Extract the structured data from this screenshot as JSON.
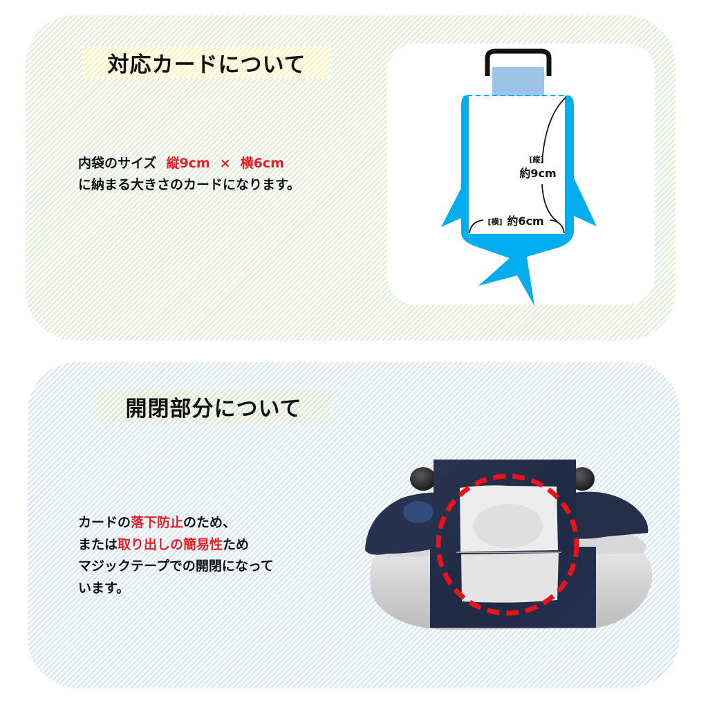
{
  "section_card": {
    "title": "対応カードについて",
    "description": {
      "line1_prefix": "内袋のサイズ",
      "line1_height": "縦9cm",
      "line1_times": "×",
      "line1_width": "横6cm",
      "line2": "に納まる大きさのカードになります。"
    },
    "diagram": {
      "vertical_label_small": "[縦]",
      "vertical_label": "約9cm",
      "horizontal_label_small": "[横]",
      "horizontal_label": "約6cm",
      "colors": {
        "pouch_blue": "#00aeef",
        "card_light_blue": "#9dc3e6",
        "handle": "#111111"
      }
    }
  },
  "section_closure": {
    "title": "開閉部分について",
    "description": {
      "l1_a": "カードの",
      "l1_red": "落下防止",
      "l1_b": "のため、",
      "l2_a": "または",
      "l2_red": "取り出しの簡易性",
      "l2_b": "ため",
      "l3": "マジックテープでの開閉になって",
      "l4": "います。"
    },
    "photo": {
      "highlight_color": "#e8141c",
      "subject": "pouch-velcro-closure"
    }
  },
  "colors": {
    "accent_red": "#ec1c24",
    "top_stripe": "#dfeeda",
    "bottom_stripe": "#d9e7f5",
    "title_highlight_yellow": "#f7f5b6",
    "title_highlight_green": "#d6e9c9"
  }
}
